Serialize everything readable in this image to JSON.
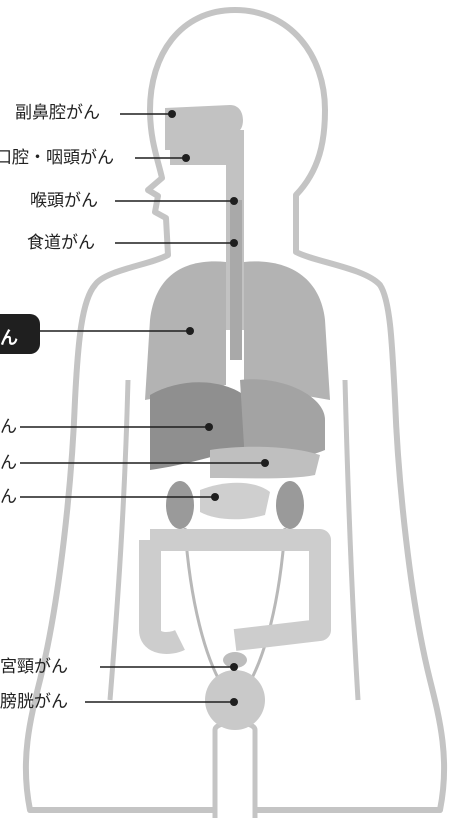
{
  "labels": {
    "nasal": "副鼻腔がん",
    "oral": "口腔・咽頭がん",
    "larynx": "喉頭がん",
    "esophagus": "食道がん",
    "lung": "ん",
    "liver": "ん",
    "stomach": "ん",
    "pancreas": "ん",
    "cervix": "宮頸がん",
    "bladder": "膀胱がん"
  },
  "colors": {
    "outline": "#c9c9c9",
    "skin": "#ffffff",
    "organ_light": "#bdbdbd",
    "organ_mid": "#9e9e9e",
    "organ_dark": "#8a8a8a",
    "line": "#1f1f1f"
  }
}
